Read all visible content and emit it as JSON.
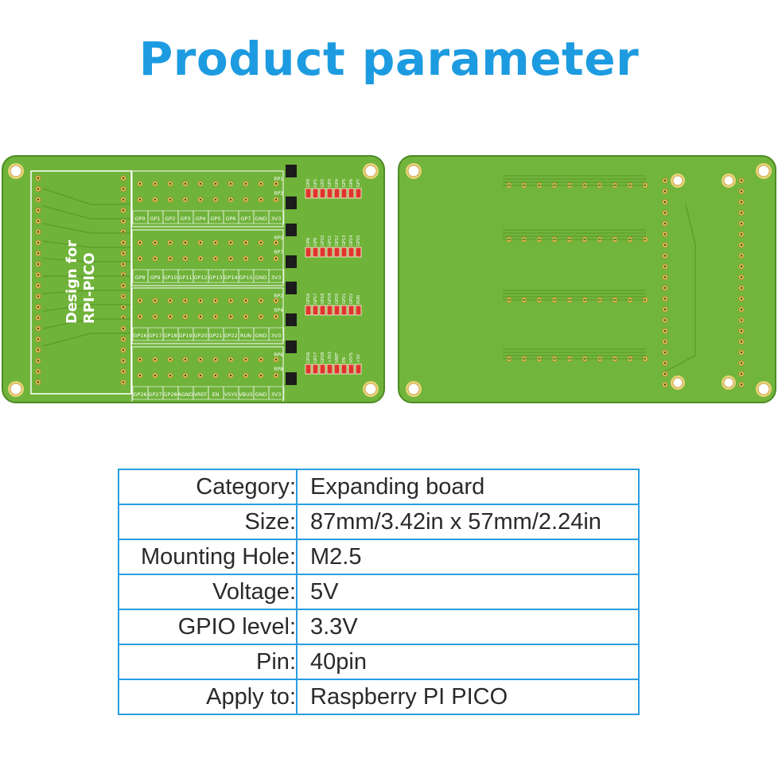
{
  "title": "Product parameter",
  "board_front": {
    "silkscreen_title_line1": "Design for",
    "silkscreen_title_line2": "RPI-PICO",
    "rows": [
      {
        "pins": [
          "GP0",
          "GP1",
          "GP2",
          "GP3",
          "GP4",
          "GP5",
          "GP6",
          "GP7",
          "GND",
          "3V3"
        ],
        "resistors": [
          "RP1",
          "RP3"
        ],
        "led_labels": [
          "GP0",
          "GP1",
          "GP2",
          "GP3",
          "GP4",
          "GP5",
          "GP6",
          "GP7"
        ]
      },
      {
        "pins": [
          "GP8",
          "GP9",
          "GP10",
          "GP11",
          "GP12",
          "GP13",
          "GP14",
          "GP15",
          "GND",
          "3V3"
        ],
        "resistors": [
          "RP5",
          "RP7"
        ],
        "led_labels": [
          "GP8",
          "GP9",
          "GP10",
          "GP11",
          "GP12",
          "GP13",
          "GP14",
          "GP15"
        ]
      },
      {
        "pins": [
          "GP16",
          "GP17",
          "GP18",
          "GP19",
          "GP20",
          "GP21",
          "GP22",
          "RUN",
          "GND",
          "3V3"
        ],
        "resistors": [
          "RP2",
          "RP4"
        ],
        "led_labels": [
          "GP16",
          "GP17",
          "GP18",
          "GP19",
          "GP20",
          "GP21",
          "GP22",
          "RUN"
        ]
      },
      {
        "pins": [
          "GP26",
          "GP27",
          "GP28",
          "AGND",
          "VREF",
          "EN",
          "VSYS",
          "VBUS",
          "GND",
          "3V3"
        ],
        "resistors": [
          "RP6",
          "RP8"
        ],
        "led_labels": [
          "GP26",
          "GP27",
          "GP28",
          "+3V3",
          "VREF",
          "EN",
          "VSYS",
          "+5V"
        ]
      }
    ]
  },
  "params": [
    {
      "key": "Category",
      "sep": ":",
      "value": "Expanding board"
    },
    {
      "key": "Size",
      "sep": ":",
      "value": "87mm/3.42in x 57mm/2.24in"
    },
    {
      "key": "Mounting Hole",
      "sep": ":",
      "value": "M2.5"
    },
    {
      "key": "Voltage",
      "sep": ":",
      "value": "5V"
    },
    {
      "key": "GPIO level",
      "sep": ":",
      "value": "3.3V"
    },
    {
      "key": "Pin",
      "sep": ":",
      "value": "40pin"
    },
    {
      "key": "Apply to",
      "sep": ":",
      "value": "Raspberry PI PICO"
    }
  ],
  "colors": {
    "title": "#1d9be0",
    "pcb": "#6fb33a",
    "table_border": "#2a9ee0",
    "led": "#e0332c"
  }
}
